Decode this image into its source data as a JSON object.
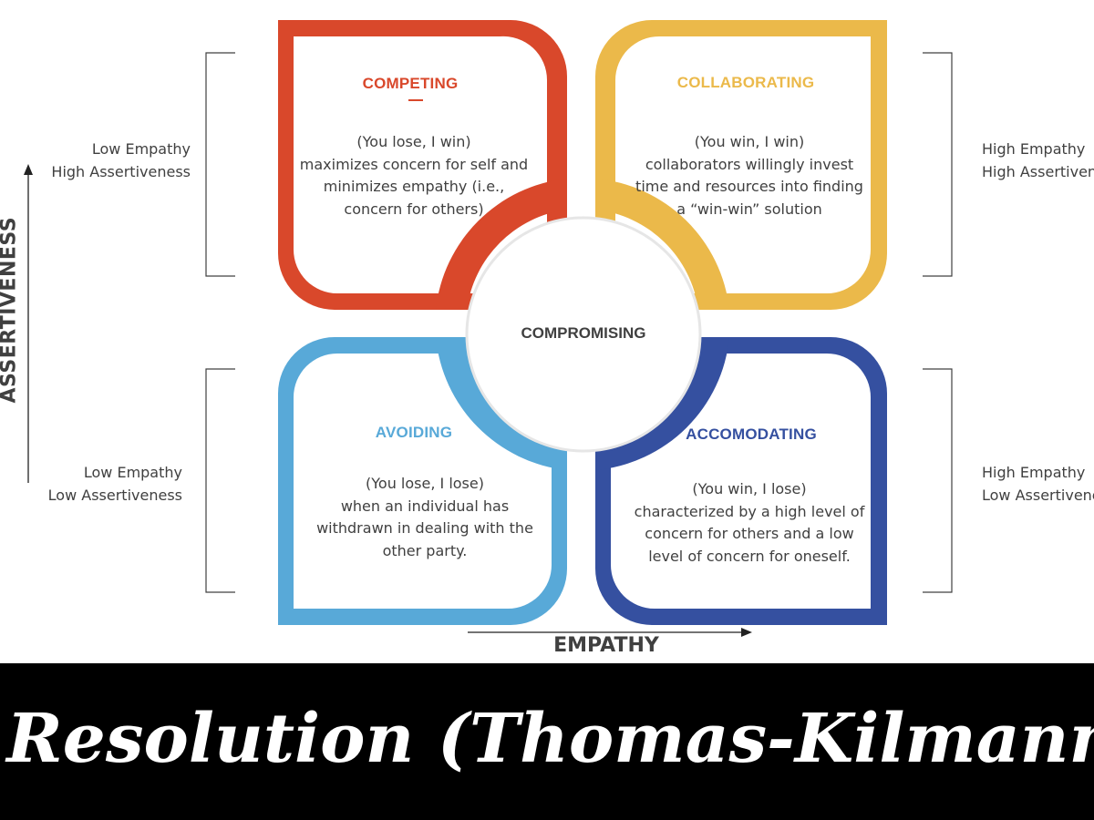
{
  "colors": {
    "competing": "#d9482b",
    "collaborating": "#ebb94a",
    "avoiding": "#58a9d8",
    "accommodating": "#3550a0",
    "text": "#404040",
    "banner_bg": "#000000",
    "banner_text": "#ffffff"
  },
  "axes": {
    "y_label": "ASSERTIVENESS",
    "x_label": "EMPATHY"
  },
  "center": {
    "label": "COMPROMISING"
  },
  "quadrants": {
    "competing": {
      "title": "COMPETING",
      "body": "(You lose, I win)\nmaximizes concern for self and\nminimizes empathy (i.e.,\nconcern for others)"
    },
    "collaborating": {
      "title": "COLLABORATING",
      "body": "(You win, I win)\ncollaborators willingly invest\ntime and resources into finding\na “win-win” solution"
    },
    "avoiding": {
      "title": "AVOIDING",
      "body": "(You lose, I lose)\nwhen an individual has\nwithdrawn in dealing with the\nother party."
    },
    "accommodating": {
      "title": "ACCOMODATING",
      "body": "(You win, I lose)\ncharacterized by a high level of\nconcern for others and a low\nlevel of concern for oneself."
    }
  },
  "side_labels": {
    "top_left": [
      "Low Empathy",
      "High Assertiveness"
    ],
    "bottom_left": [
      "Low Empathy",
      "Low Assertiveness"
    ],
    "top_right": [
      "High Empathy",
      "High Assertiveness"
    ],
    "bottom_right": [
      "High Empathy",
      "Low Assertiveness"
    ]
  },
  "banner": {
    "title": "Conflict Resolution (Thomas-Kilmann model)"
  }
}
